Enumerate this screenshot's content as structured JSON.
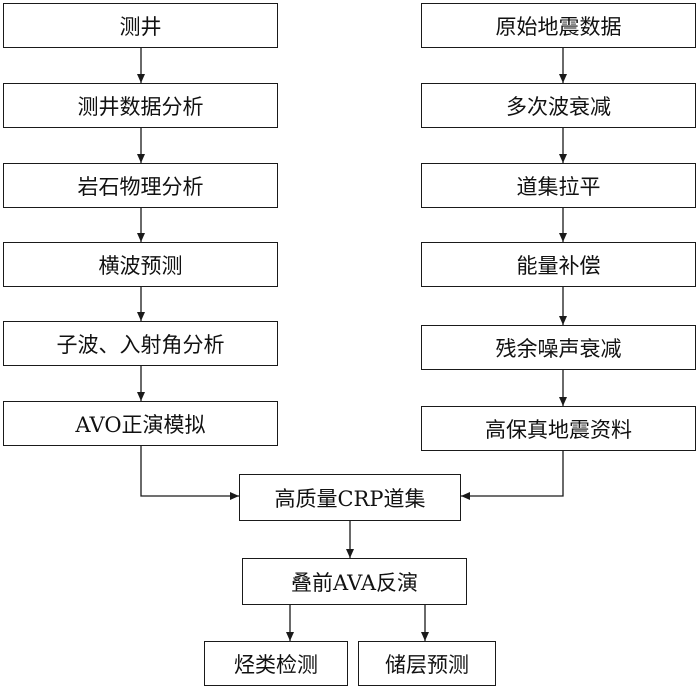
{
  "flowchart": {
    "left_column": [
      {
        "id": "well",
        "label": "测井"
      },
      {
        "id": "well-analysis",
        "label": "测井数据分析"
      },
      {
        "id": "rock-physics",
        "label": "岩石物理分析"
      },
      {
        "id": "shear-prediction",
        "label": "横波预测"
      },
      {
        "id": "wavelet-angle",
        "label": "子波、入射角分析"
      },
      {
        "id": "avo-modeling",
        "label": "AVO正演模拟"
      }
    ],
    "right_column": [
      {
        "id": "raw-seismic",
        "label": "原始地震数据"
      },
      {
        "id": "multiple-attenuation",
        "label": "多次波衰减"
      },
      {
        "id": "gather-flattening",
        "label": "道集拉平"
      },
      {
        "id": "energy-compensation",
        "label": "能量补偿"
      },
      {
        "id": "residual-noise",
        "label": "残余噪声衰减"
      },
      {
        "id": "hifi-seismic",
        "label": "高保真地震资料"
      }
    ],
    "merge": {
      "id": "crp-gather",
      "label": "高质量CRP道集"
    },
    "inversion": {
      "id": "prestack-ava",
      "label": "叠前AVA反演"
    },
    "outputs": [
      {
        "id": "hydrocarbon-detection",
        "label": "烃类检测"
      },
      {
        "id": "reservoir-prediction",
        "label": "储层预测"
      }
    ]
  }
}
